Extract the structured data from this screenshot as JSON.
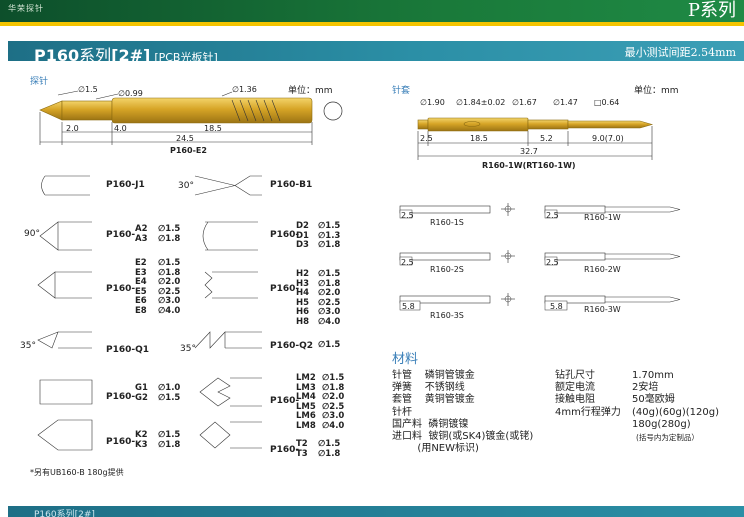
{
  "header": {
    "brand": "华荣探针",
    "series": "P系列"
  },
  "section": {
    "title_main": "P160",
    "title_series": "系列",
    "title_code": "[2#]",
    "title_sub": "[PCB光板针]",
    "min_pitch": "最小测试间距2.54mm"
  },
  "probe": {
    "label": "探针",
    "unit": "单位：mm",
    "dims": [
      "∅1.5",
      "∅0.99",
      "∅1.36",
      "2.0",
      "4.0",
      "18.5",
      "24.5"
    ],
    "part": "P160-E2"
  },
  "socket": {
    "label": "针套",
    "unit": "单位：mm",
    "dims": [
      "∅1.90",
      "∅1.84±0.02",
      "∅1.67",
      "∅1.47",
      "□0.64",
      "2.5",
      "18.5",
      "5.2",
      "9.0(7.0)",
      "32.7"
    ],
    "part": "R160-1W(RT160-1W)",
    "variants": [
      {
        "code": "R160-1S",
        "dim": "2.5"
      },
      {
        "code": "R160-1W",
        "dim": "2.5"
      },
      {
        "code": "R160-2S",
        "dim": "2.5"
      },
      {
        "code": "R160-2W",
        "dim": "2.5"
      },
      {
        "code": "R160-3S",
        "dim": "5.8"
      },
      {
        "code": "R160-3W",
        "dim": "5.8"
      }
    ]
  },
  "tips": {
    "j1": "P160-J1",
    "b1": "P160-B1",
    "b1_angle": "30°",
    "a_prefix": "P160-",
    "a_codes": "A2\nA3",
    "a_dias": "∅1.5\n∅1.8",
    "a_angle": "90°",
    "d_prefix": "P160-",
    "d_codes": "D2\nD1\nD3",
    "d_dias": "∅1.5\n∅1.3\n∅1.8",
    "e_prefix": "P160-",
    "e_codes": "E2\nE3\nE4\nE5\nE6\nE8",
    "e_dias": "∅1.5\n∅1.8\n∅2.0\n∅2.5\n∅3.0\n∅4.0",
    "h_prefix": "P160-",
    "h_codes": "H2\nH3\nH4\nH5\nH6\nH8",
    "h_dias": "∅1.5\n∅1.8\n∅2.0\n∅2.5\n∅3.0\n∅4.0",
    "q1": "P160-Q1",
    "q1_angle": "35°",
    "q2": "P160-Q2",
    "q2_dia": "∅1.5",
    "q2_angle": "35°",
    "g_prefix": "P160-",
    "g_codes": "G1\nG2",
    "g_dias": "∅1.0\n∅1.5",
    "lm_prefix": "P160-",
    "lm_codes": "LM2\nLM3\nLM4\nLM5\nLM6\nLM8",
    "lm_dias": "∅1.5\n∅1.8\n∅2.0\n∅2.5\n∅3.0\n∅4.0",
    "k_prefix": "P160-",
    "k_codes": "K2\nK3",
    "k_dias": "∅1.5\n∅1.8",
    "t_prefix": "P160-",
    "t_codes": "T2\nT3",
    "t_dias": "∅1.5\n∅1.8"
  },
  "note": "*另有UB160-B 180g提供",
  "materials": {
    "title": "材料",
    "col1": "针管    磷铜管镀金\n弹簧    不锈钢线\n套管    黄铜管镀金\n针杆\n国产料  磷铜镀镍\n进口料  铍铜(或SK4)镀金(或铑)\n        (用NEW标识)",
    "col2": "钻孔尺寸\n额定电流\n接触电阻\n4mm行程弹力",
    "col3": "1.70mm\n2安培\n50毫欧姆\n(40g)(60g)(120g)\n180g(280g)",
    "col3_note": "(括号内为定制品）"
  },
  "bottom": {
    "title": "P160系列[2#]"
  }
}
